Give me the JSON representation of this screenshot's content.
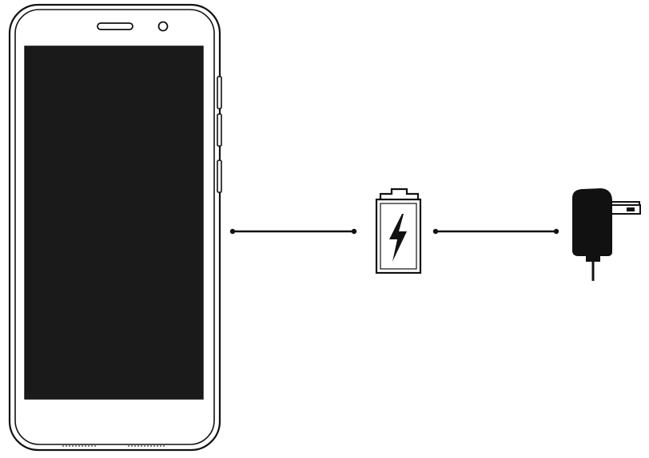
{
  "diagram": {
    "nodes": [
      {
        "id": "phone",
        "icon": "smartphone-icon"
      },
      {
        "id": "battery",
        "icon": "battery-charging-icon"
      },
      {
        "id": "charger",
        "icon": "wall-charger-icon"
      }
    ],
    "connections": [
      {
        "from": "phone",
        "to": "battery"
      },
      {
        "from": "battery",
        "to": "charger"
      }
    ],
    "colors": {
      "line": "#111111",
      "screen": "#1a1a1a",
      "charger": "#111111",
      "background": "#ffffff"
    }
  }
}
